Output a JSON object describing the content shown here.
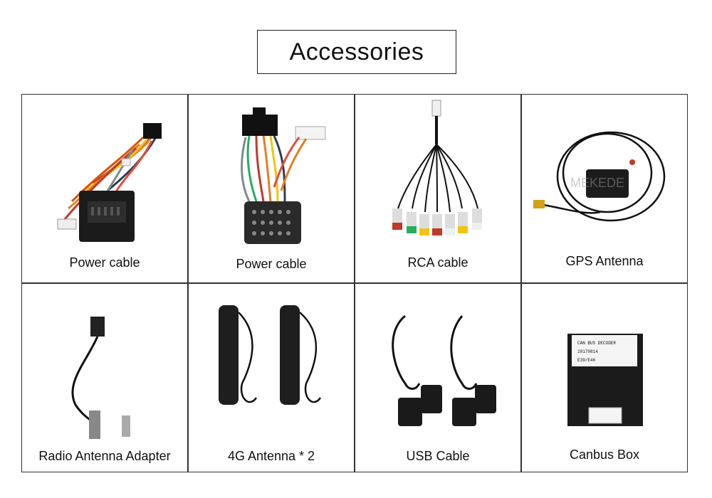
{
  "header": {
    "title": "Accessories"
  },
  "items": [
    {
      "label": "Power cable",
      "image": "power-cable-quadlock-icon"
    },
    {
      "label": "Power cable",
      "image": "power-cable-round-connector-icon"
    },
    {
      "label": "RCA cable",
      "image": "rca-cable-icon"
    },
    {
      "label": "GPS Antenna",
      "image": "gps-antenna-icon",
      "watermark": "MEKEDE"
    },
    {
      "label": "Radio Antenna Adapter",
      "image": "radio-antenna-adapter-icon"
    },
    {
      "label": "4G Antenna * 2",
      "image": "4g-antenna-icon"
    },
    {
      "label": "USB  Cable",
      "image": "usb-cable-icon"
    },
    {
      "label": "Canbus Box",
      "image": "canbus-box-icon",
      "box_text": [
        "CAN BUS DECODER",
        "20170814",
        "E39/E46"
      ]
    }
  ]
}
